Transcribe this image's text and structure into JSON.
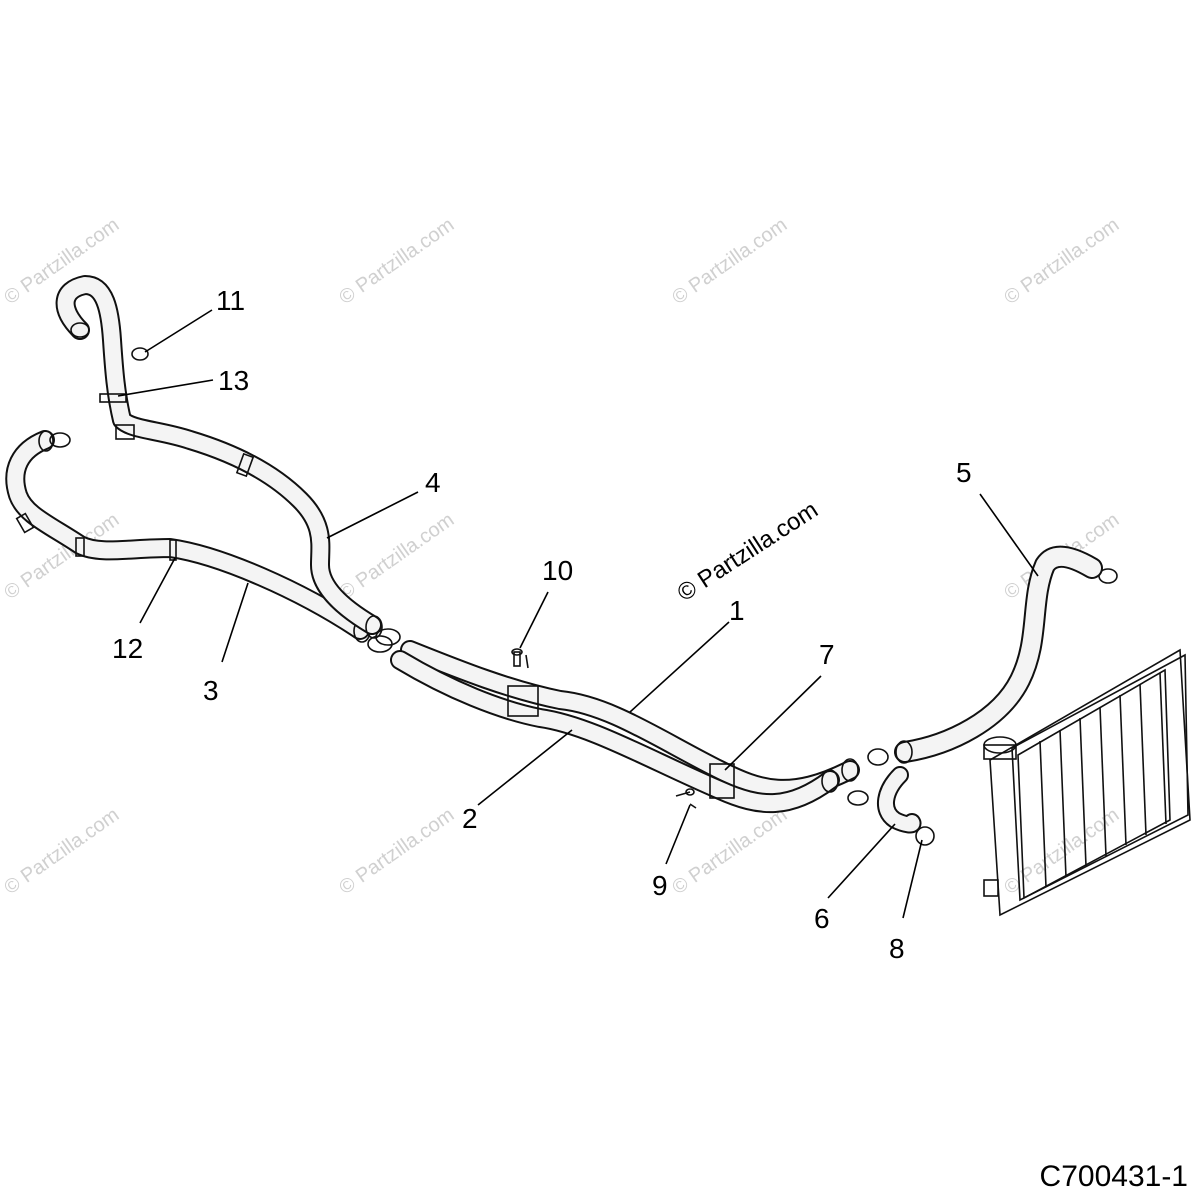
{
  "watermark": {
    "repeat_text": "© Partzilla.com",
    "main_text": "© Partzilla.com"
  },
  "diagram_code": "C700431-1",
  "callouts": [
    {
      "id": "1",
      "label": "1"
    },
    {
      "id": "2",
      "label": "2"
    },
    {
      "id": "3",
      "label": "3"
    },
    {
      "id": "4",
      "label": "4"
    },
    {
      "id": "5",
      "label": "5"
    },
    {
      "id": "6",
      "label": "6"
    },
    {
      "id": "7",
      "label": "7"
    },
    {
      "id": "8",
      "label": "8"
    },
    {
      "id": "9",
      "label": "9"
    },
    {
      "id": "10",
      "label": "10"
    },
    {
      "id": "11",
      "label": "11"
    },
    {
      "id": "12",
      "label": "12"
    },
    {
      "id": "13",
      "label": "13"
    }
  ],
  "colors": {
    "line": "#111111",
    "hose_fill": "#f4f4f4",
    "watermark": "#d0d0d0"
  }
}
